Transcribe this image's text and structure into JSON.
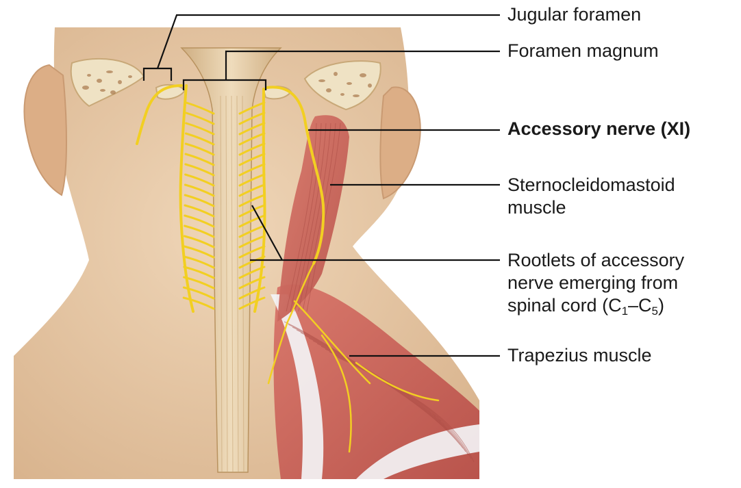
{
  "figure": {
    "labels": {
      "jugular_foramen": "Jugular foramen",
      "foramen_magnum": "Foramen magnum",
      "accessory_nerve": "Accessory nerve (XI)",
      "scm_line1": "Sternocleidomastoid",
      "scm_line2": "muscle",
      "rootlets_line1": "Rootlets of accessory",
      "rootlets_line2": "nerve emerging from",
      "rootlets_line3_prefix": "spinal cord (C",
      "rootlets_sub1": "1",
      "rootlets_dash": "–C",
      "rootlets_sub2": "5",
      "rootlets_suffix": ")",
      "trapezius": "Trapezius muscle"
    },
    "colors": {
      "skin": "#e8c9a6",
      "skin_shadow": "#d4ab83",
      "bone": "#efe2c4",
      "bone_pore": "#a8784c",
      "nerve": "#f2cf22",
      "nerve_edge": "#c9a10c",
      "muscle": "#c9655c",
      "muscle_light": "#e2948a",
      "spinal_cord": "#e4c9a0",
      "tendon": "#f4f6f8",
      "leader_line": "#111111"
    }
  }
}
